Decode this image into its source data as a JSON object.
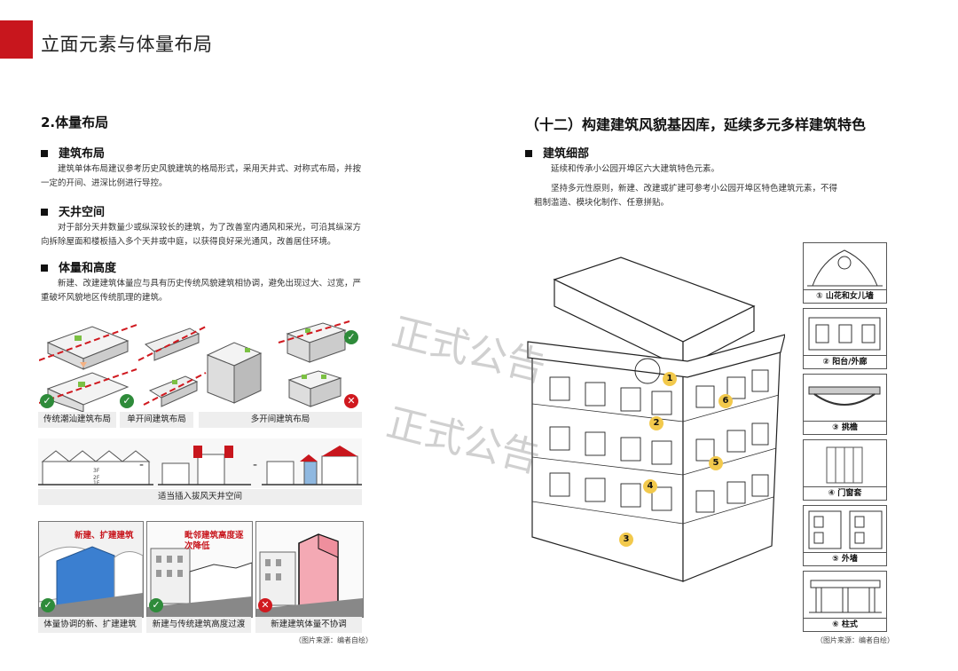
{
  "page_title": "立面元素与体量布局",
  "left": {
    "section_title": "2.体量布局",
    "blocks": [
      {
        "heading": "建筑布局",
        "text": "建筑单体布局建议参考历史风貌建筑的格局形式，采用天井式、对称式布局，并按一定的开间、进深比例进行导控。"
      },
      {
        "heading": "天井空间",
        "text": "对于部分天井数量少或纵深较长的建筑，为了改善室内通风和采光，可沿其纵深方向拆除屋面和楼板插入多个天井或中庭，以获得良好采光通风，改善居住环境。"
      },
      {
        "heading": "体量和高度",
        "text": "新建、改建建筑体量应与具有历史传统风貌建筑相协调，避免出现过大、过宽，严重破坏风貌地区传统肌理的建筑。"
      }
    ],
    "row1_captions": [
      "传统潮汕建筑布局",
      "单开间建筑布局",
      "多开间建筑布局"
    ],
    "row2_caption": "适当插入拔风天井空间",
    "row2_dash": "-",
    "floor_labels": [
      "3F",
      "2F",
      "1F"
    ],
    "row3_callouts": [
      "新建、扩建建筑",
      "毗邻建筑高度逐次降低"
    ],
    "row3_captions": [
      "体量协调的新、扩建建筑",
      "新建与传统建筑高度过渡",
      "新建建筑体量不协调"
    ],
    "source": "（图片来源：编者自绘）"
  },
  "right": {
    "section_title": "（十二）构建建筑风貌基因库，延续多元多样建筑特色",
    "sub_heading": "建筑细部",
    "para1": "延续和传承小公园开埠区六大建筑特色元素。",
    "para2": "坚持多元性原则，新建、改建或扩建可参考小公园开埠区特色建筑元素，不得粗制滥造、模块化制作、任意拼贴。",
    "badges": [
      "1",
      "2",
      "3",
      "4",
      "5",
      "6"
    ],
    "thumbnails": [
      "① 山花和女儿墙",
      "② 阳台/外廊",
      "③ 挑檐",
      "④ 门窗套",
      "⑤ 外墙",
      "⑥ 柱式"
    ],
    "source": "（图片来源：编者自绘）"
  },
  "watermark": "正式公告",
  "colors": {
    "accent_red": "#c8161d",
    "check_green": "#2e8b3a",
    "badge_yellow": "#f2c94c",
    "blue_volume": "#3b7fd0",
    "pink_volume": "#f4a9b4"
  }
}
